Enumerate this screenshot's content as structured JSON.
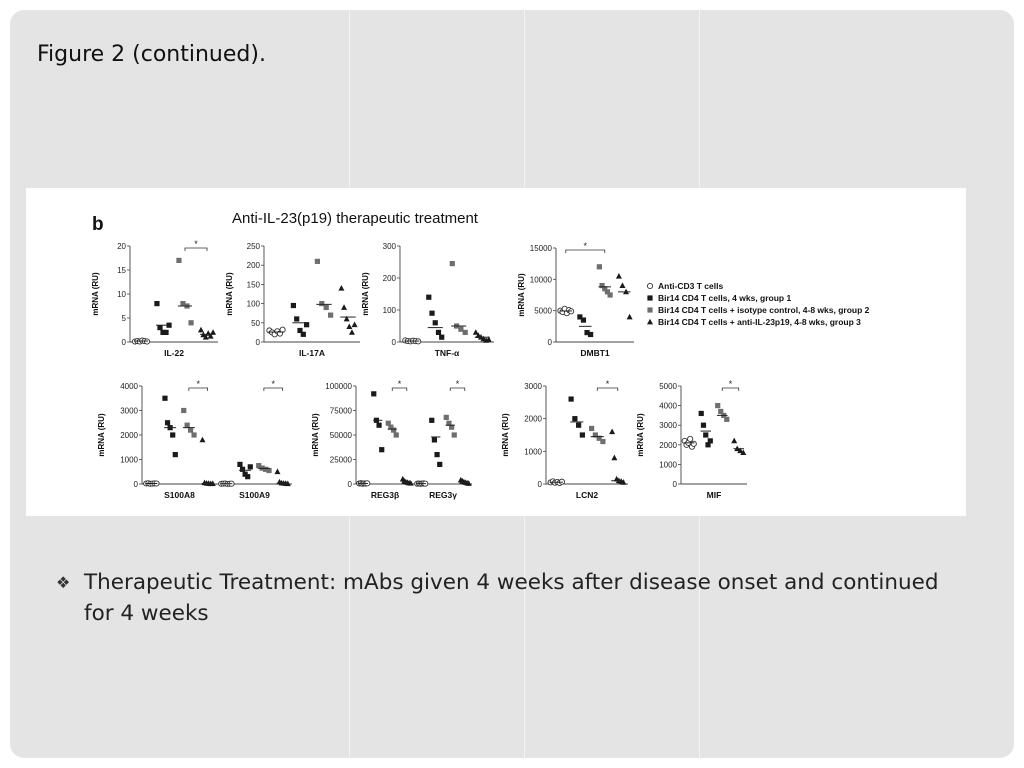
{
  "slide": {
    "title": "Figure 2 (continued).",
    "bullet_marker": "❖",
    "bullet_text": "Therapeutic Treatment: mAbs given 4 weeks after disease onset and continued for 4 weeks"
  },
  "figure": {
    "panel_letter": "b",
    "heading": "Anti-IL-23(p19) therapeutic treatment",
    "legend": [
      {
        "symbol": "open-circle",
        "label": "Anti-CD3 T cells"
      },
      {
        "symbol": "filled-square",
        "label": "Bir14 CD4 T cells, 4 wks, group 1"
      },
      {
        "symbol": "gray-square",
        "label": "Bir14 CD4 T cells + isotype control, 4-8 wks, group 2"
      },
      {
        "symbol": "filled-triangle",
        "label": "Bir14 CD4 T cells + anti-IL-23p19, 4-8 wks, group 3"
      }
    ]
  },
  "chart_data": [
    {
      "type": "scatter",
      "ylabel": "mRNA (RU)",
      "ylim": [
        0,
        20
      ],
      "yticks": [
        0,
        5,
        10,
        15,
        20
      ],
      "categories": [
        "IL-22"
      ],
      "series": [
        {
          "symbol": "open-circle",
          "values": [
            [
              0.1,
              0.2,
              0.1,
              0.3,
              0.2,
              0.1
            ]
          ],
          "mean": [
            0.2
          ]
        },
        {
          "symbol": "filled-square",
          "values": [
            [
              8,
              3,
              2,
              2,
              3.5
            ]
          ],
          "mean": [
            3.5
          ]
        },
        {
          "symbol": "gray-square",
          "values": [
            [
              17,
              8,
              7.5,
              4
            ]
          ],
          "mean": [
            7.5
          ]
        },
        {
          "symbol": "filled-triangle",
          "values": [
            [
              2.5,
              1.5,
              1,
              1.8,
              1.2,
              2
            ]
          ],
          "mean": [
            1.6
          ]
        }
      ],
      "significance": [
        {
          "label": "*",
          "from": 2,
          "to": 3
        }
      ]
    },
    {
      "type": "scatter",
      "ylabel": "mRNA (RU)",
      "ylim": [
        0,
        250
      ],
      "yticks": [
        0,
        50,
        100,
        150,
        200,
        250
      ],
      "categories": [
        "IL-17A"
      ],
      "series": [
        {
          "symbol": "open-circle",
          "values": [
            [
              30,
              25,
              20,
              28,
              22,
              32
            ]
          ],
          "mean": [
            26
          ]
        },
        {
          "symbol": "filled-square",
          "values": [
            [
              95,
              60,
              30,
              20,
              45
            ]
          ],
          "mean": [
            50
          ]
        },
        {
          "symbol": "gray-square",
          "values": [
            [
              210,
              100,
              90,
              70
            ]
          ],
          "mean": [
            98
          ]
        },
        {
          "symbol": "filled-triangle",
          "values": [
            [
              140,
              90,
              60,
              40,
              25,
              45
            ]
          ],
          "mean": [
            65
          ]
        }
      ]
    },
    {
      "type": "scatter",
      "ylabel": "mRNA (RU)",
      "ylim": [
        0,
        300
      ],
      "yticks": [
        0,
        100,
        200,
        300
      ],
      "categories": [
        "TNF-α"
      ],
      "series": [
        {
          "symbol": "open-circle",
          "values": [
            [
              5,
              3,
              2,
              4,
              3,
              2
            ]
          ],
          "mean": [
            3
          ]
        },
        {
          "symbol": "filled-square",
          "values": [
            [
              140,
              90,
              60,
              30,
              15
            ]
          ],
          "mean": [
            45
          ]
        },
        {
          "symbol": "gray-square",
          "values": [
            [
              245,
              50,
              40,
              30
            ]
          ],
          "mean": [
            50
          ]
        },
        {
          "symbol": "filled-triangle",
          "values": [
            [
              30,
              20,
              15,
              10,
              5,
              8
            ]
          ],
          "mean": [
            15
          ]
        }
      ]
    },
    {
      "type": "scatter",
      "ylabel": "mRNA (RU)",
      "ylim": [
        0,
        15000
      ],
      "yticks": [
        0,
        5000,
        10000,
        15000
      ],
      "categories": [
        "DMBT1"
      ],
      "series": [
        {
          "symbol": "open-circle",
          "values": [
            [
              5000,
              4800,
              5300,
              4600,
              5100,
              4900
            ]
          ],
          "mean": [
            4950
          ]
        },
        {
          "symbol": "filled-square",
          "values": [
            [
              4000,
              3500,
              1500,
              1200
            ]
          ],
          "mean": [
            2500
          ]
        },
        {
          "symbol": "gray-square",
          "values": [
            [
              12000,
              9000,
              8500,
              8000,
              7500
            ]
          ],
          "mean": [
            8800
          ]
        },
        {
          "symbol": "filled-triangle",
          "values": [
            [
              10500,
              9000,
              8000,
              4000
            ]
          ],
          "mean": [
            8000
          ]
        }
      ],
      "significance": [
        {
          "label": "*",
          "from": 0,
          "to": 2
        }
      ]
    },
    {
      "type": "scatter",
      "ylabel": "mRNA (RU)",
      "ylim": [
        0,
        4000
      ],
      "yticks": [
        0,
        1000,
        2000,
        3000,
        4000
      ],
      "categories": [
        "S100A8",
        "S100A9"
      ],
      "series": [
        {
          "symbol": "open-circle",
          "values": [
            [
              20,
              30,
              10,
              15,
              25,
              20
            ],
            [
              10,
              15,
              20,
              5,
              10,
              12
            ]
          ],
          "mean": [
            20,
            12
          ]
        },
        {
          "symbol": "filled-square",
          "values": [
            [
              3500,
              2500,
              2300,
              2000,
              1200
            ],
            [
              800,
              600,
              400,
              300,
              700
            ]
          ],
          "mean": [
            2300,
            560
          ]
        },
        {
          "symbol": "gray-square",
          "values": [
            [
              3000,
              2400,
              2200,
              2000
            ],
            [
              750,
              650,
              600,
              550
            ]
          ],
          "mean": [
            2300,
            640
          ]
        },
        {
          "symbol": "filled-triangle",
          "values": [
            [
              1800,
              50,
              30,
              20,
              10,
              15
            ],
            [
              500,
              80,
              40,
              30,
              20,
              10
            ]
          ],
          "mean": [
            20,
            30
          ]
        }
      ],
      "significance": [
        {
          "label": "*",
          "from": 2,
          "to": 3
        },
        {
          "label": "*",
          "from": 6,
          "to": 7
        }
      ]
    },
    {
      "type": "scatter",
      "ylabel": "mRNA (RU)",
      "ylim": [
        0,
        100000
      ],
      "yticks": [
        0,
        25000,
        50000,
        75000,
        100000
      ],
      "categories": [
        "REG3β",
        "REG3γ"
      ],
      "series": [
        {
          "symbol": "open-circle",
          "values": [
            [
              500,
              800,
              300,
              600,
              400,
              700
            ],
            [
              300,
              500,
              200,
              400,
              600,
              350
            ]
          ],
          "mean": [
            550,
            400
          ]
        },
        {
          "symbol": "filled-square",
          "values": [
            [
              92000,
              65000,
              60000,
              35000
            ],
            [
              65000,
              45000,
              30000,
              20000
            ]
          ],
          "mean": [
            65000,
            48000
          ]
        },
        {
          "symbol": "gray-square",
          "values": [
            [
              62000,
              58000,
              55000,
              50000
            ],
            [
              68000,
              62000,
              58000,
              50000
            ]
          ],
          "mean": [
            56000,
            60000
          ]
        },
        {
          "symbol": "filled-triangle",
          "values": [
            [
              5000,
              3000,
              2000,
              1500,
              1000,
              800
            ],
            [
              4000,
              3000,
              2000,
              1500,
              1000,
              500
            ]
          ],
          "mean": [
            2000,
            1800
          ]
        }
      ],
      "significance": [
        {
          "label": "*",
          "from": 2,
          "to": 3
        },
        {
          "label": "*",
          "from": 6,
          "to": 7
        }
      ]
    },
    {
      "type": "scatter",
      "ylabel": "mRNA (RU)",
      "ylim": [
        0,
        3000
      ],
      "yticks": [
        0,
        1000,
        2000,
        3000
      ],
      "categories": [
        "LCN2"
      ],
      "series": [
        {
          "symbol": "open-circle",
          "values": [
            [
              50,
              80,
              40,
              60,
              30,
              70
            ]
          ],
          "mean": [
            55
          ]
        },
        {
          "symbol": "filled-square",
          "values": [
            [
              2600,
              2000,
              1800,
              1500
            ]
          ],
          "mean": [
            1900
          ]
        },
        {
          "symbol": "gray-square",
          "values": [
            [
              1700,
              1500,
              1400,
              1300
            ]
          ],
          "mean": [
            1450
          ]
        },
        {
          "symbol": "filled-triangle",
          "values": [
            [
              1600,
              800,
              150,
              100,
              80,
              50
            ]
          ],
          "mean": [
            100
          ]
        }
      ],
      "significance": [
        {
          "label": "*",
          "from": 2,
          "to": 3
        }
      ]
    },
    {
      "type": "scatter",
      "ylabel": "mRNA (RU)",
      "ylim": [
        0,
        5000
      ],
      "yticks": [
        0,
        1000,
        2000,
        3000,
        4000,
        5000
      ],
      "categories": [
        "MIF"
      ],
      "series": [
        {
          "symbol": "open-circle",
          "values": [
            [
              2200,
              2000,
              2100,
              2300,
              1900,
              2050
            ]
          ],
          "mean": [
            2100
          ]
        },
        {
          "symbol": "filled-square",
          "values": [
            [
              3600,
              3000,
              2500,
              2000,
              2200
            ]
          ],
          "mean": [
            2700
          ]
        },
        {
          "symbol": "gray-square",
          "values": [
            [
              4000,
              3700,
              3500,
              3300
            ]
          ],
          "mean": [
            3500
          ]
        },
        {
          "symbol": "filled-triangle",
          "values": [
            [
              2200,
              1800,
              1700,
              1600
            ]
          ],
          "mean": [
            1800
          ]
        }
      ],
      "significance": [
        {
          "label": "*",
          "from": 2,
          "to": 3
        }
      ]
    }
  ]
}
